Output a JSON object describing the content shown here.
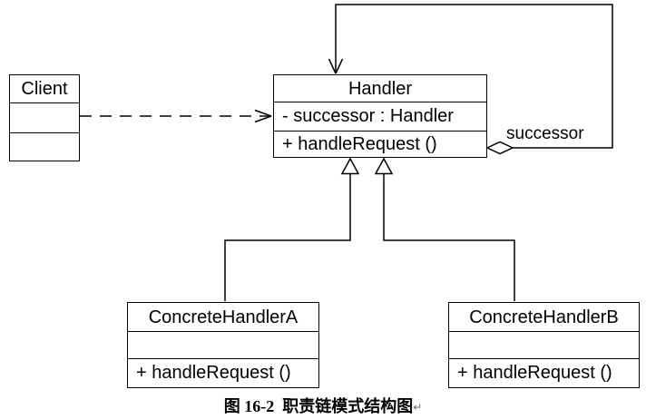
{
  "classes": {
    "client": {
      "name": "Client"
    },
    "handler": {
      "name": "Handler",
      "attribute": "- successor : Handler",
      "method": "+ handleRequest ()"
    },
    "concrete_handler_a": {
      "name": "ConcreteHandlerA",
      "method": "+ handleRequest ()"
    },
    "concrete_handler_b": {
      "name": "ConcreteHandlerB",
      "method": "+ handleRequest ()"
    }
  },
  "relations": {
    "successor_label": "successor"
  },
  "caption": {
    "text": "图 16-2  职责链模式结构图",
    "paragraph_mark": "↵"
  },
  "colors": {
    "line": "#000000",
    "background": "#ffffff",
    "text": "#000000"
  }
}
